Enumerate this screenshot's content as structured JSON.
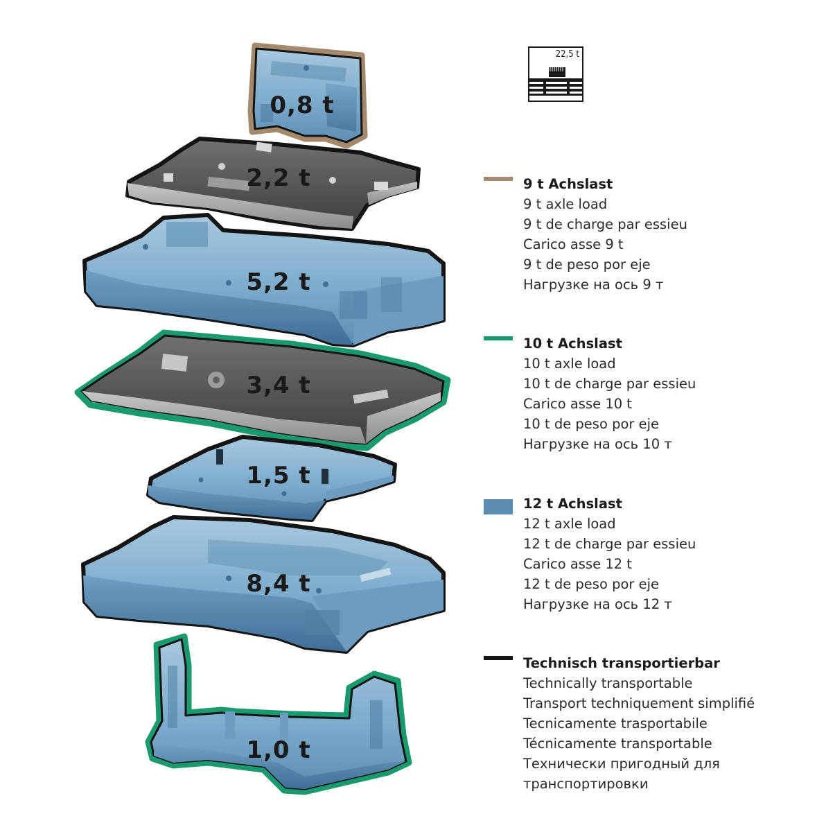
{
  "colors": {
    "tan_outline": "#a48a6c",
    "green_outline": "#1a9a6e",
    "black_outline": "#141414",
    "blue_fill": "#7eaccd",
    "blue_dark": "#4f7fa3",
    "grey_fill": "#8c8e90",
    "grey_dark": "#5e6062",
    "swatch_blue": "#5b8db0"
  },
  "weight_icon": {
    "icon": "truck-load-icon",
    "label": "22,5 t"
  },
  "pieces": [
    {
      "label": "0,8 t",
      "material": "blue",
      "outline": "tan"
    },
    {
      "label": "2,2 t",
      "material": "grey",
      "outline": "black"
    },
    {
      "label": "5,2 t",
      "material": "blue",
      "outline": "black"
    },
    {
      "label": "3,4 t",
      "material": "grey",
      "outline": "green"
    },
    {
      "label": "1,5 t",
      "material": "blue",
      "outline": "black"
    },
    {
      "label": "8,4 t",
      "material": "blue",
      "outline": "black"
    },
    {
      "label": "1,0 t",
      "material": "blue",
      "outline": "green"
    }
  ],
  "legend": [
    {
      "swatch": "tan-line",
      "title": "9 t Achslast",
      "lines": [
        "9 t axle load",
        "9 t de charge par essieu",
        "Carico asse 9 t",
        "9 t de peso por eje",
        "Нагрузке на ось 9 т"
      ]
    },
    {
      "swatch": "green-line",
      "title": "10 t Achslast",
      "lines": [
        "10 t axle load",
        "10 t de charge par essieu",
        "Carico asse 10 t",
        "10 t de peso por eje",
        "Нагрузке на ось 10 т"
      ]
    },
    {
      "swatch": "blue-block",
      "title": "12 t Achslast",
      "lines": [
        "12 t axle load",
        "12 t de charge par essieu",
        "Carico asse 12 t",
        "12 t de peso por eje",
        "Нагрузке на ось 12 т"
      ]
    },
    {
      "swatch": "black-line",
      "title": "Technisch transportierbar",
      "lines": [
        "Technically transportable",
        "Transport techniquement simplifié",
        "Tecnicamente trasportabile",
        "Técnicamente transportable",
        "Технически пригодный для",
        "транспортировки"
      ]
    }
  ]
}
